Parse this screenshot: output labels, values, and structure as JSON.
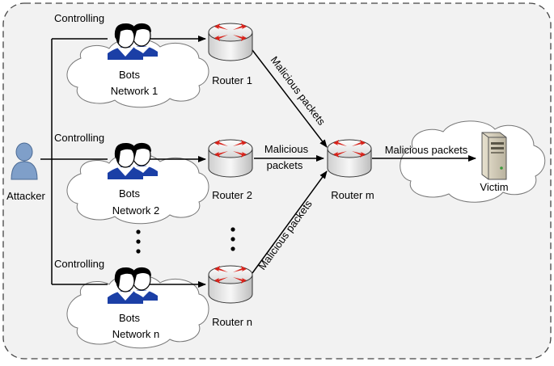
{
  "attacker": {
    "label": "Attacker"
  },
  "controlling_labels": [
    "Controlling",
    "Controlling",
    "Controlling"
  ],
  "bot_networks": [
    {
      "line1": "Bots",
      "line2": "Network 1"
    },
    {
      "line1": "Bots",
      "line2": "Network 2"
    },
    {
      "line1": "Bots",
      "line2": "Network n"
    }
  ],
  "routers": {
    "r1": "Router 1",
    "r2": "Router 2",
    "rn": "Router n",
    "rm": "Router m"
  },
  "packets": {
    "from_r1": "Malicious packets",
    "from_r2_line1": "Malicious",
    "from_r2_line2": "packets",
    "from_rn": "Malicious packets",
    "to_victim": "Malicious packets"
  },
  "victim": {
    "label": "Victim"
  },
  "colors": {
    "frame_bg": "#f2f2f2",
    "cloud": "#ffffff",
    "router_arrow": "#d9241c",
    "person": "#7f9fc9",
    "bot_shirt": "#1b3fa6"
  }
}
